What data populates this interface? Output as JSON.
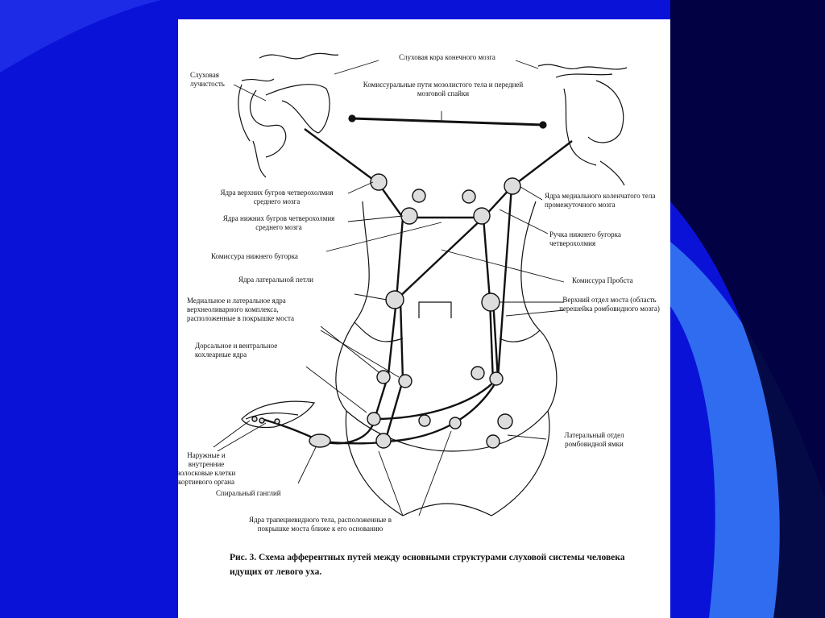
{
  "colors": {
    "background": "#0a12d8",
    "page": "#ffffff",
    "ink": "#111111"
  },
  "labels": {
    "auditory_cortex": "Слуховая кора конечного мозга",
    "auditory_radiation": "Слуховая лучистость",
    "commissural_paths": "Комиссуральные пути мозолистого тела и передней мозговой спайки",
    "superior_colliculi_nuclei": "Ядра верхних бугров четверохолмия среднего мозга",
    "inferior_colliculi_nuclei": "Ядра нижних бугров четверохолмия среднего мозга",
    "medial_geniculate_nuclei": "Ядра медиального коленчатого тела промежуточного мозга",
    "inferior_colliculus_arm": "Ручка нижнего бугорка четверохолмия",
    "inferior_colliculus_commissure": "Комиссура нижнего бугорка",
    "lateral_lemniscus_nuclei": "Ядра латеральной петли",
    "probst_commissure": "Комиссура Пробста",
    "superior_olivary_nuclei": "Медиальное и латеральное ядра верхнеоливарного комплекса, расположенные в покрышке моста",
    "upper_pons": "Верхний отдел моста (область перешейка ромбовидного мозга)",
    "cochlear_nuclei": "Дорсальное и вентральное кохлеарные ядра",
    "lateral_rhomboid_fossa": "Латеральный отдел ромбовидной ямки",
    "hair_cells": "Наружные и внутренние волосковые клетки кортиевого органа",
    "spiral_ganglion": "Спиральный ганглий",
    "trapezoid_body_nuclei": "Ядра трапециевидного тела, расположенные в покрышке моста ближе к его основанию"
  },
  "caption": "Рис. 3. Схема афферентных путей между основными структурами слуховой системы человека идущих от левого уха."
}
